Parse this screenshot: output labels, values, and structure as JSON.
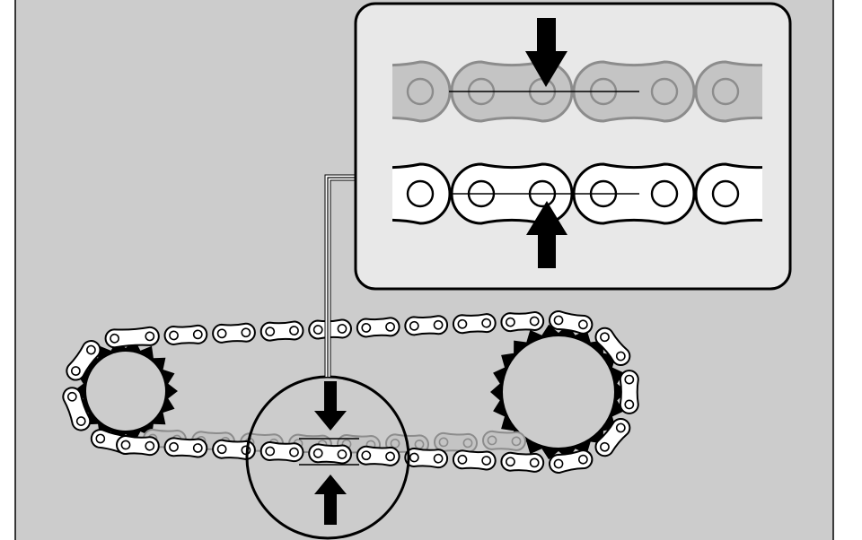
{
  "diagram": {
    "title": "",
    "subject": "drive-chain",
    "views": [
      "full-chain-loop",
      "magnified-inset-detail"
    ],
    "colors": {
      "panel_background": "#cccccc",
      "page_background": "#ffffff",
      "inset_background": "#e8e8e8",
      "outline": "#000000",
      "new_chain": "#ffffff",
      "worn_chain": "#c4c4c4",
      "worn_chain_outline": "#8c8c8c",
      "arrow": "#000000"
    },
    "icons": [
      "arrow-down-icon",
      "arrow-up-icon",
      "sprocket-icon",
      "chain-link-icon",
      "magnifier-circle-icon"
    ]
  }
}
